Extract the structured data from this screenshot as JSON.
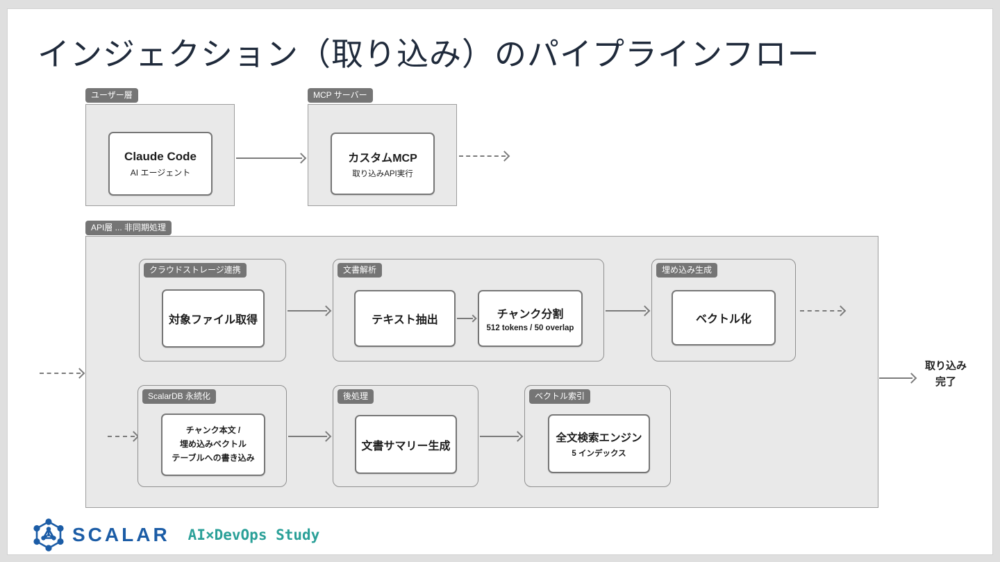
{
  "title": "インジェクション（取り込み）のパイプラインフロー",
  "layers": {
    "user": {
      "label": "ユーザー層",
      "node": {
        "title": "Claude Code",
        "subtitle": "AI エージェント"
      }
    },
    "mcp": {
      "label": "MCP サーバー",
      "node": {
        "title": "カスタムMCP",
        "subtitle": "取り込みAPI実行"
      }
    },
    "api": {
      "label": "API層 ... 非同期処理"
    }
  },
  "groups": {
    "cloud_storage": {
      "label": "クラウドストレージ連携",
      "node": {
        "title": "対象ファイル取得"
      }
    },
    "doc_parse": {
      "label": "文書解析",
      "text_extract": {
        "title": "テキスト抽出"
      },
      "chunk_split": {
        "title": "チャンク分割",
        "subtitle": "512 tokens / 50 overlap"
      }
    },
    "embedding": {
      "label": "埋め込み生成",
      "node": {
        "title": "ベクトル化"
      }
    },
    "scalardb": {
      "label": "ScalarDB 永続化",
      "node": {
        "line1": "チャンク本文 /",
        "line2": "埋め込みベクトル",
        "line3": "テーブルへの書き込み"
      }
    },
    "post": {
      "label": "後処理",
      "node": {
        "title": "文書サマリー生成"
      }
    },
    "vector_index": {
      "label": "ベクトル索引",
      "node": {
        "title": "全文検索エンジン",
        "subtitle": "5 インデックス"
      }
    }
  },
  "completion": {
    "line1": "取り込み",
    "line2": "完了"
  },
  "footer": {
    "brand": "SCALAR",
    "event_title": "AI×DevOps Study"
  },
  "colors": {
    "accent_blue": "#1b5ca6",
    "accent_teal": "#2aa098",
    "badge_gray": "#757575",
    "title_navy": "#1f2a3b",
    "box_fill": "#e9e9e9"
  }
}
